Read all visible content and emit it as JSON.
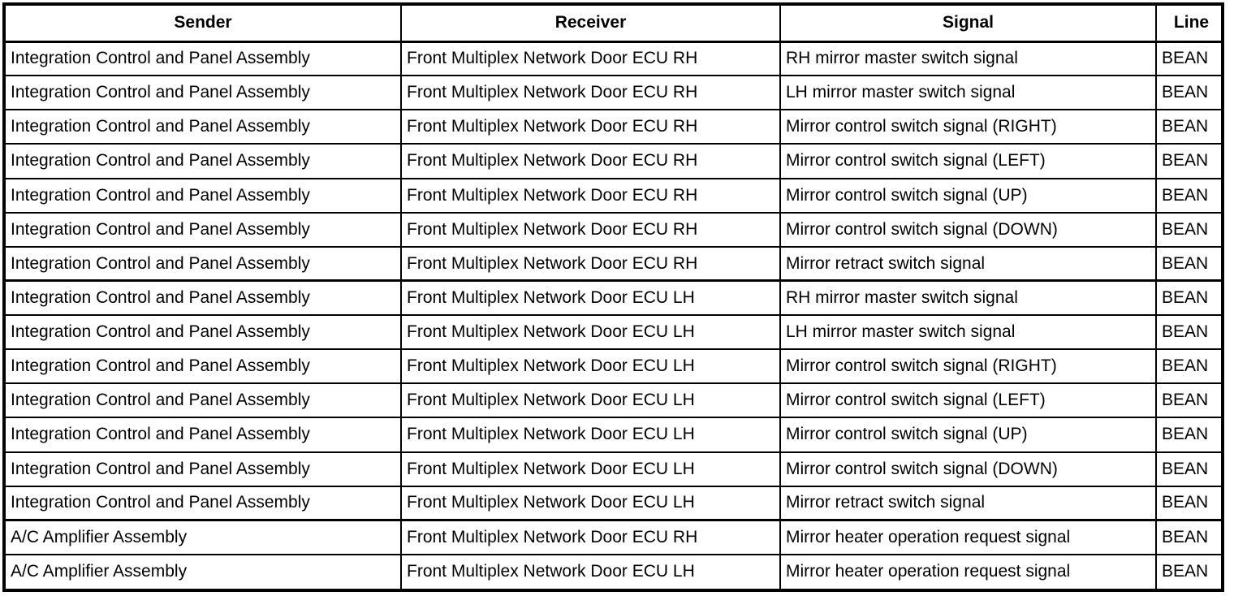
{
  "table": {
    "columns": [
      {
        "key": "sender",
        "label": "Sender"
      },
      {
        "key": "receiver",
        "label": "Receiver"
      },
      {
        "key": "signal",
        "label": "Signal"
      },
      {
        "key": "line",
        "label": "Line"
      }
    ],
    "rows": [
      {
        "sender": "Integration Control and Panel Assembly",
        "receiver": "Front Multiplex Network Door ECU RH",
        "signal": "RH mirror master switch signal",
        "line": "BEAN",
        "group_start": false
      },
      {
        "sender": "Integration Control and Panel Assembly",
        "receiver": "Front Multiplex Network Door ECU RH",
        "signal": "LH mirror master switch signal",
        "line": "BEAN",
        "group_start": false
      },
      {
        "sender": "Integration Control and Panel Assembly",
        "receiver": "Front Multiplex Network Door ECU RH",
        "signal": "Mirror control switch signal (RIGHT)",
        "line": "BEAN",
        "group_start": false
      },
      {
        "sender": "Integration Control and Panel Assembly",
        "receiver": "Front Multiplex Network Door ECU RH",
        "signal": "Mirror control switch signal (LEFT)",
        "line": "BEAN",
        "group_start": false
      },
      {
        "sender": "Integration Control and Panel Assembly",
        "receiver": "Front Multiplex Network Door ECU RH",
        "signal": "Mirror control switch signal (UP)",
        "line": "BEAN",
        "group_start": false
      },
      {
        "sender": "Integration Control and Panel Assembly",
        "receiver": "Front Multiplex Network Door ECU RH",
        "signal": "Mirror control switch signal (DOWN)",
        "line": "BEAN",
        "group_start": false
      },
      {
        "sender": "Integration Control and Panel Assembly",
        "receiver": "Front Multiplex Network Door ECU RH",
        "signal": "Mirror retract switch signal",
        "line": "BEAN",
        "group_start": false
      },
      {
        "sender": "Integration Control and Panel Assembly",
        "receiver": "Front Multiplex Network Door ECU LH",
        "signal": "RH mirror master switch signal",
        "line": "BEAN",
        "group_start": true
      },
      {
        "sender": "Integration Control and Panel Assembly",
        "receiver": "Front Multiplex Network Door ECU LH",
        "signal": "LH mirror master switch signal",
        "line": "BEAN",
        "group_start": false
      },
      {
        "sender": "Integration Control and Panel Assembly",
        "receiver": "Front Multiplex Network Door ECU LH",
        "signal": "Mirror control switch signal (RIGHT)",
        "line": "BEAN",
        "group_start": false
      },
      {
        "sender": "Integration Control and Panel Assembly",
        "receiver": "Front Multiplex Network Door ECU LH",
        "signal": "Mirror control switch signal (LEFT)",
        "line": "BEAN",
        "group_start": false
      },
      {
        "sender": "Integration Control and Panel Assembly",
        "receiver": "Front Multiplex Network Door ECU LH",
        "signal": "Mirror control switch signal (UP)",
        "line": "BEAN",
        "group_start": false
      },
      {
        "sender": "Integration Control and Panel Assembly",
        "receiver": "Front Multiplex Network Door ECU LH",
        "signal": "Mirror control switch signal (DOWN)",
        "line": "BEAN",
        "group_start": false
      },
      {
        "sender": "Integration Control and Panel Assembly",
        "receiver": "Front Multiplex Network Door ECU LH",
        "signal": "Mirror retract switch signal",
        "line": "BEAN",
        "group_start": false
      },
      {
        "sender": "A/C Amplifier Assembly",
        "receiver": "Front Multiplex Network Door ECU RH",
        "signal": "Mirror heater operation request signal",
        "line": "BEAN",
        "group_start": true
      },
      {
        "sender": "A/C Amplifier Assembly",
        "receiver": "Front Multiplex Network Door ECU LH",
        "signal": "Mirror heater operation request signal",
        "line": "BEAN",
        "group_start": false
      }
    ]
  }
}
